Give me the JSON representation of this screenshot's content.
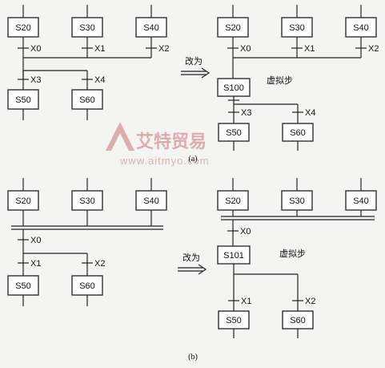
{
  "panel_a": {
    "before": {
      "top_steps": [
        "S20",
        "S30",
        "S40"
      ],
      "top_transitions": [
        "X0",
        "X1",
        "X2"
      ],
      "bottom_transitions": [
        "X3",
        "X4"
      ],
      "bottom_steps": [
        "S50",
        "S60"
      ]
    },
    "arrow_label": "改为",
    "after": {
      "top_steps": [
        "S20",
        "S30",
        "S40"
      ],
      "top_transitions": [
        "X0",
        "X1",
        "X2"
      ],
      "dummy_step": "S100",
      "dummy_label": "虚拟步",
      "bottom_transitions": [
        "X3",
        "X4"
      ],
      "bottom_steps": [
        "S50",
        "S60"
      ]
    },
    "caption": "(a)"
  },
  "panel_b": {
    "before": {
      "top_steps": [
        "S20",
        "S30",
        "S40"
      ],
      "merge_transition": "X0",
      "bottom_transitions": [
        "X1",
        "X2"
      ],
      "bottom_steps": [
        "S50",
        "S60"
      ]
    },
    "arrow_label": "改为",
    "after": {
      "top_steps": [
        "S20",
        "S30",
        "S40"
      ],
      "merge_transition": "X0",
      "dummy_step": "S101",
      "dummy_label": "虚拟步",
      "bottom_transitions": [
        "X1",
        "X2"
      ],
      "bottom_steps": [
        "S50",
        "S60"
      ]
    },
    "caption": "(b)"
  },
  "watermark": {
    "brand": "艾特贸易",
    "url": "www.aitmyo.com",
    "color": "#d9a0a0"
  }
}
